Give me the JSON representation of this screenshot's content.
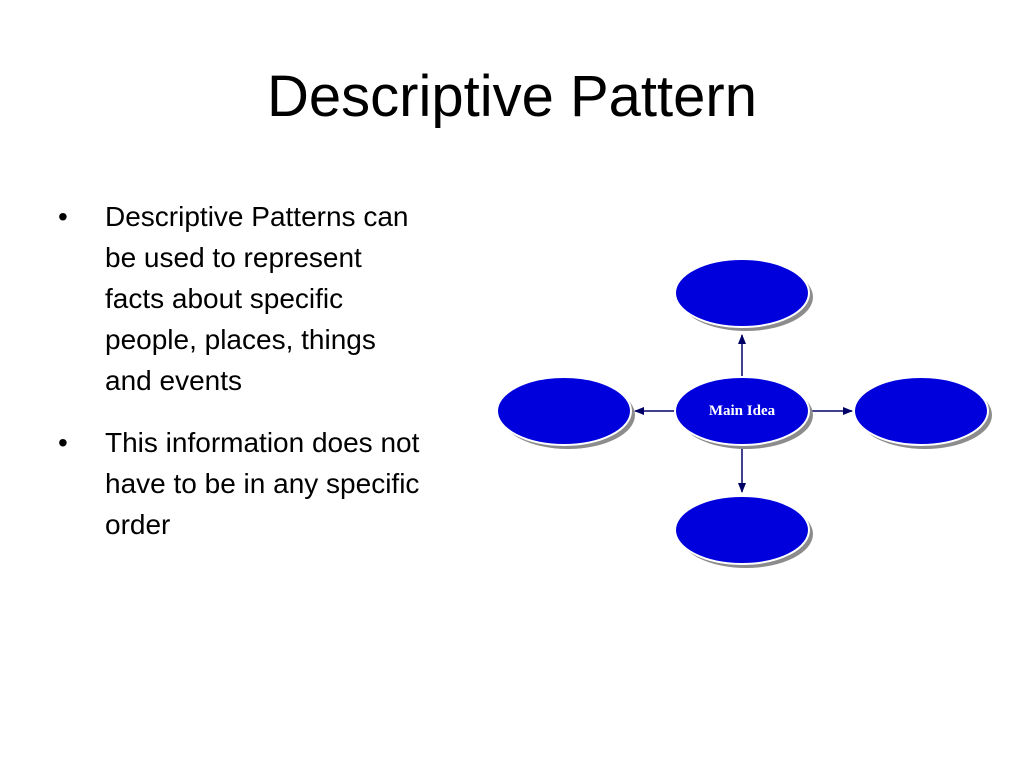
{
  "slide": {
    "title": "Descriptive Pattern",
    "bullets": [
      {
        "text": "Descriptive Patterns can be used to represent facts about specific people, places, things and events"
      },
      {
        "text": "This information does not have to be in any specific order"
      }
    ],
    "bullet_glyph": "•"
  },
  "diagram": {
    "center_label": "Main Idea",
    "node_labels": {
      "top": "",
      "left": "",
      "right": "",
      "bottom": ""
    },
    "colors": {
      "node_fill": "#0000dd",
      "node_shadow": "#8c8c8c",
      "node_stroke": "#ffffff",
      "arrow": "#000066",
      "center_text": "#ffffff"
    }
  }
}
